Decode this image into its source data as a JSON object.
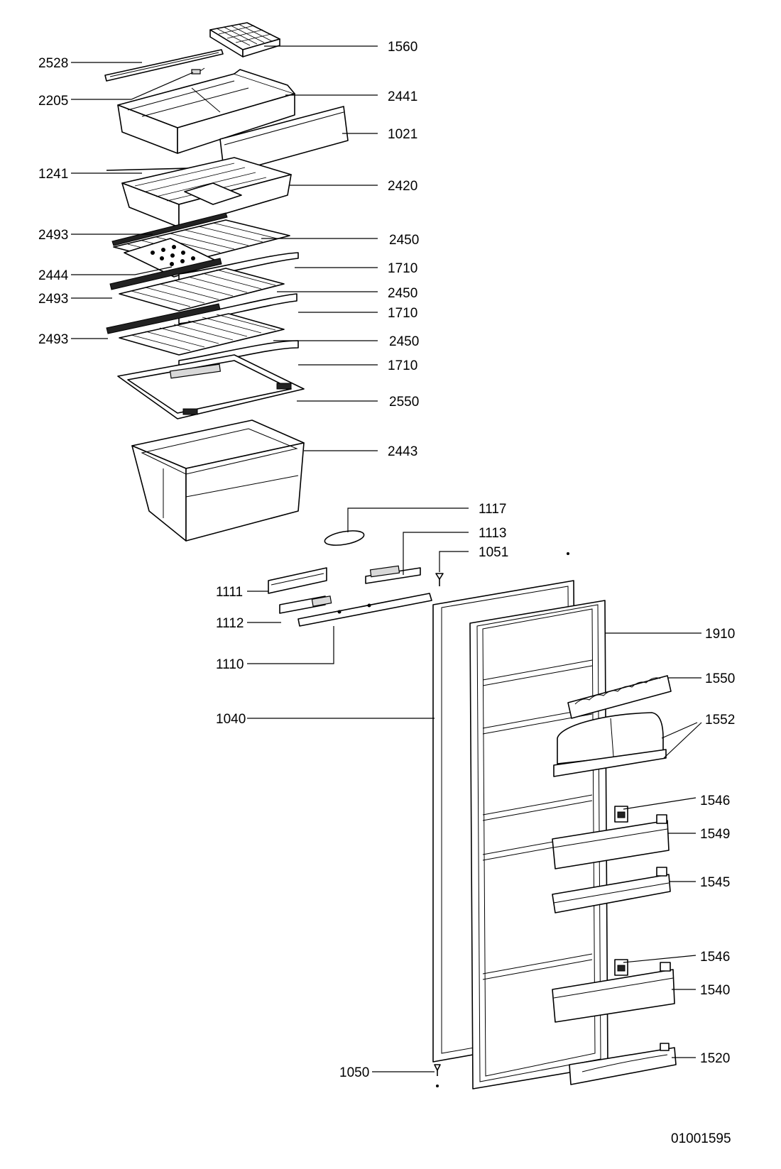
{
  "drawing_number": "01001595",
  "callouts": [
    {
      "id": "c-2528",
      "text": "2528"
    },
    {
      "id": "c-1560",
      "text": "1560"
    },
    {
      "id": "c-2205",
      "text": "2205"
    },
    {
      "id": "c-2441",
      "text": "2441"
    },
    {
      "id": "c-1021",
      "text": "1021"
    },
    {
      "id": "c-1241",
      "text": "1241"
    },
    {
      "id": "c-2420",
      "text": "2420"
    },
    {
      "id": "c-2493a",
      "text": "2493"
    },
    {
      "id": "c-2450a",
      "text": "2450"
    },
    {
      "id": "c-2444",
      "text": "2444"
    },
    {
      "id": "c-1710a",
      "text": "1710"
    },
    {
      "id": "c-2493b",
      "text": "2493"
    },
    {
      "id": "c-2450b",
      "text": "2450"
    },
    {
      "id": "c-1710b",
      "text": "1710"
    },
    {
      "id": "c-2493c",
      "text": "2493"
    },
    {
      "id": "c-2450c",
      "text": "2450"
    },
    {
      "id": "c-1710c",
      "text": "1710"
    },
    {
      "id": "c-2550",
      "text": "2550"
    },
    {
      "id": "c-2443",
      "text": "2443"
    },
    {
      "id": "c-1117",
      "text": "1117"
    },
    {
      "id": "c-1113",
      "text": "1113"
    },
    {
      "id": "c-1051",
      "text": "1051"
    },
    {
      "id": "c-1111",
      "text": "1111"
    },
    {
      "id": "c-1112",
      "text": "1112"
    },
    {
      "id": "c-1110",
      "text": "1110"
    },
    {
      "id": "c-1910",
      "text": "1910"
    },
    {
      "id": "c-1550",
      "text": "1550"
    },
    {
      "id": "c-1040",
      "text": "1040"
    },
    {
      "id": "c-1552",
      "text": "1552"
    },
    {
      "id": "c-1546a",
      "text": "1546"
    },
    {
      "id": "c-1549",
      "text": "1549"
    },
    {
      "id": "c-1545",
      "text": "1545"
    },
    {
      "id": "c-1546b",
      "text": "1546"
    },
    {
      "id": "c-1540",
      "text": "1540"
    },
    {
      "id": "c-1050",
      "text": "1050"
    },
    {
      "id": "c-1520",
      "text": "1520"
    }
  ]
}
